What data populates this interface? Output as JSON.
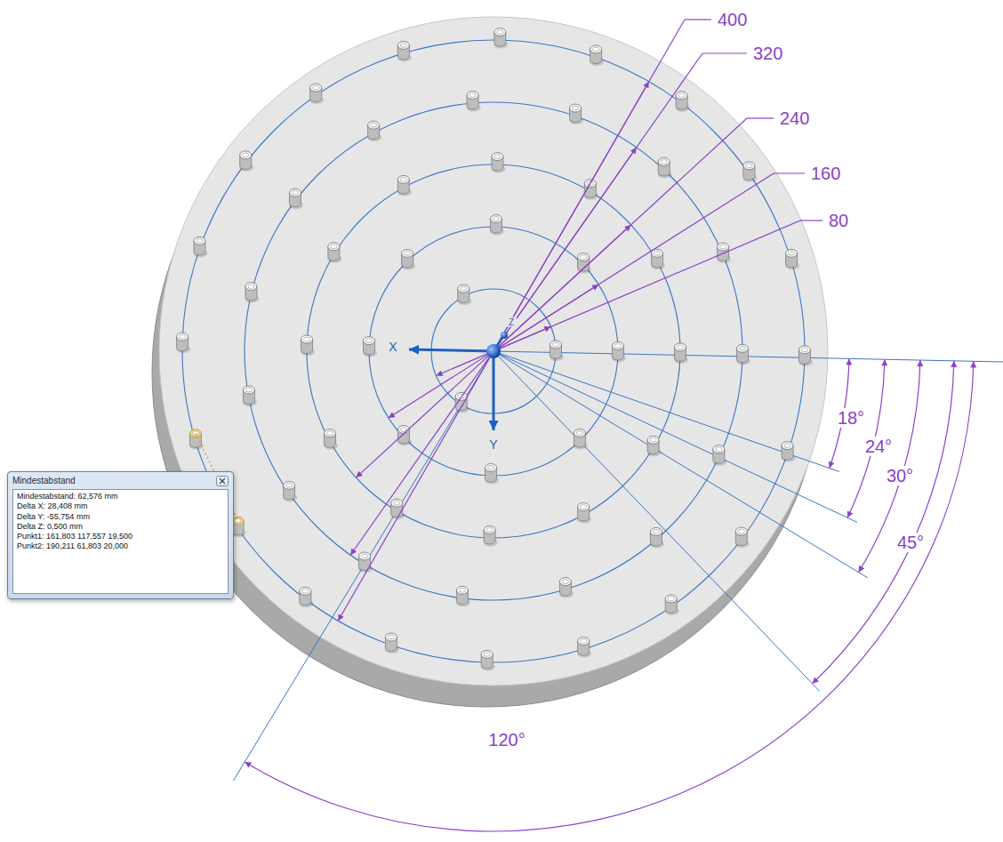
{
  "diagram": {
    "nodes": [
      {
        "text": [
          "Mindestabstand",
          "Mindestabstand: 62,576 mm",
          "Delta X: 28,408 mm",
          "Delta Y: -55,754 mm",
          "Delta Z: 0,500 mm",
          "Punkt1: 161,803 117,557 19,500",
          "Punkt2: 190,211 61,803 20,000"
        ]
      }
    ],
    "labels": [
      "400",
      "320",
      "240",
      "160",
      "80",
      "18°",
      "24°",
      "30°",
      "45°",
      "120°",
      "X",
      "Y",
      "Z"
    ]
  }
}
